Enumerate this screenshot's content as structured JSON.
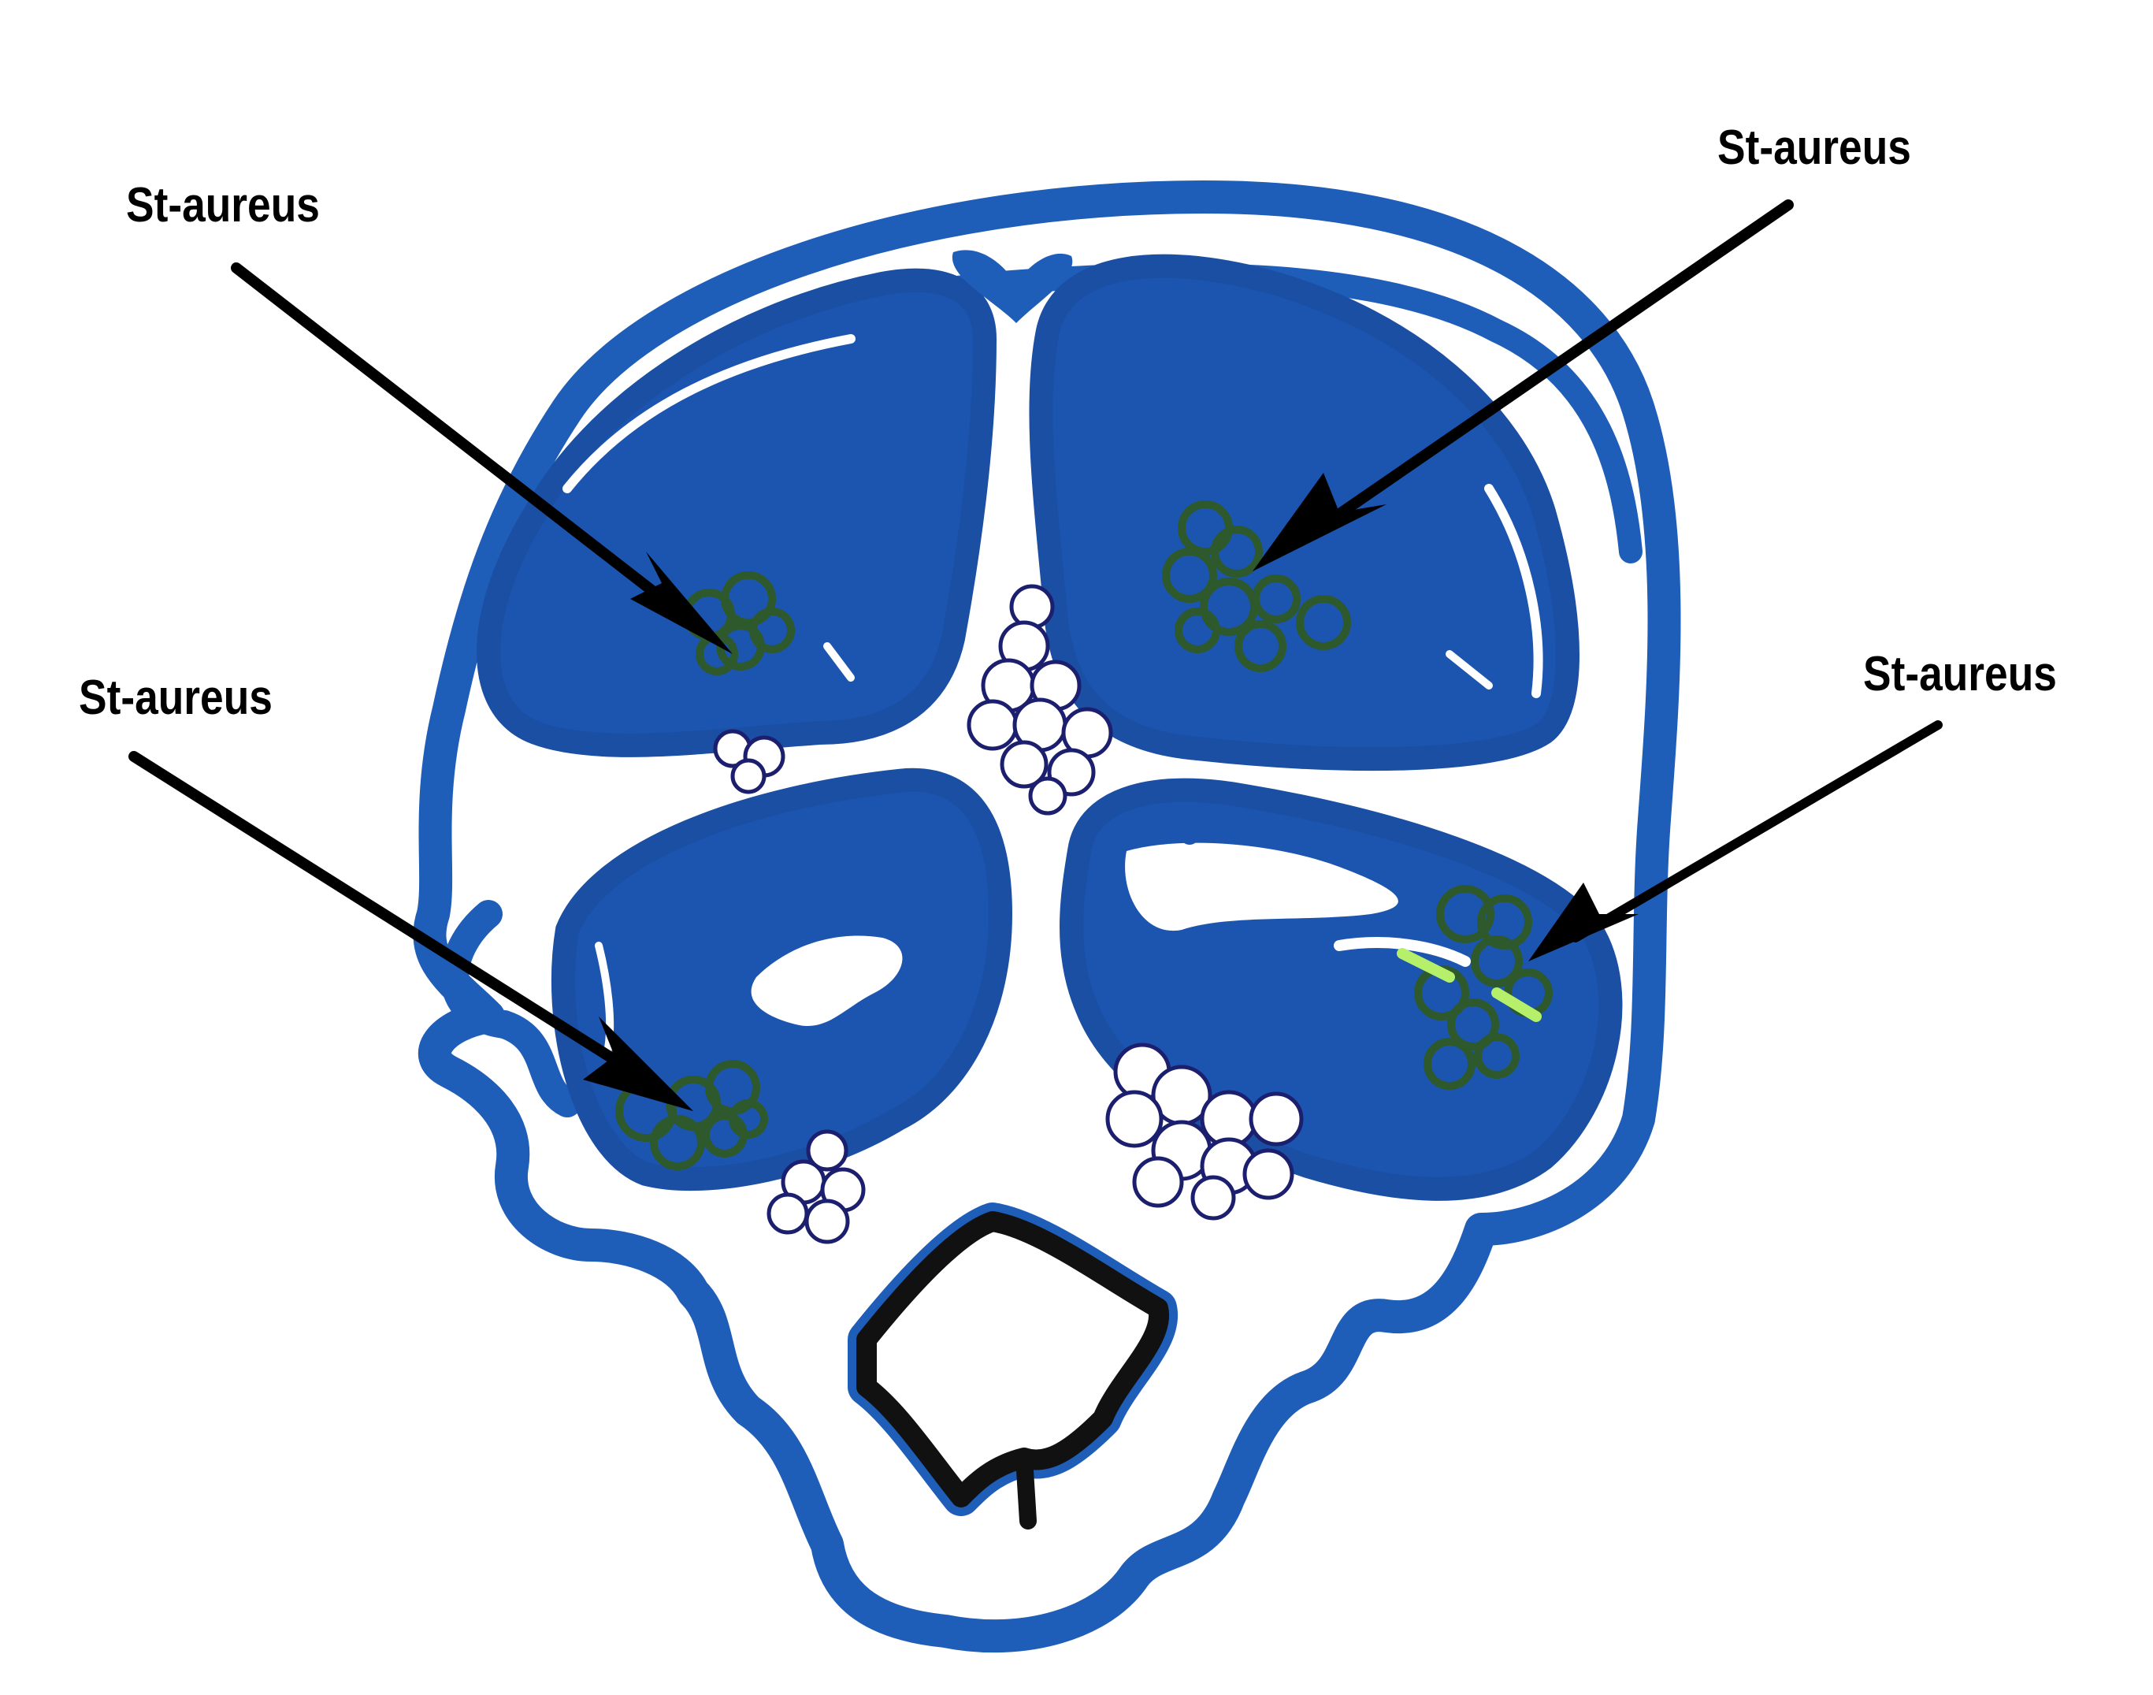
{
  "colors": {
    "outline_blue": "#1f5eb8",
    "lobe_blue": "#1b55b0",
    "bacteria_green": "#2f5a1e",
    "cluster_ink": "#1b1f6e",
    "arrow": "#000000",
    "background": "#ffffff"
  },
  "annotations": [
    {
      "id": "top-left",
      "label": "St-aureus"
    },
    {
      "id": "top-right",
      "label": "St-aureus"
    },
    {
      "id": "mid-left",
      "label": "St-aureus"
    },
    {
      "id": "mid-right",
      "label": "St-aureus"
    }
  ]
}
